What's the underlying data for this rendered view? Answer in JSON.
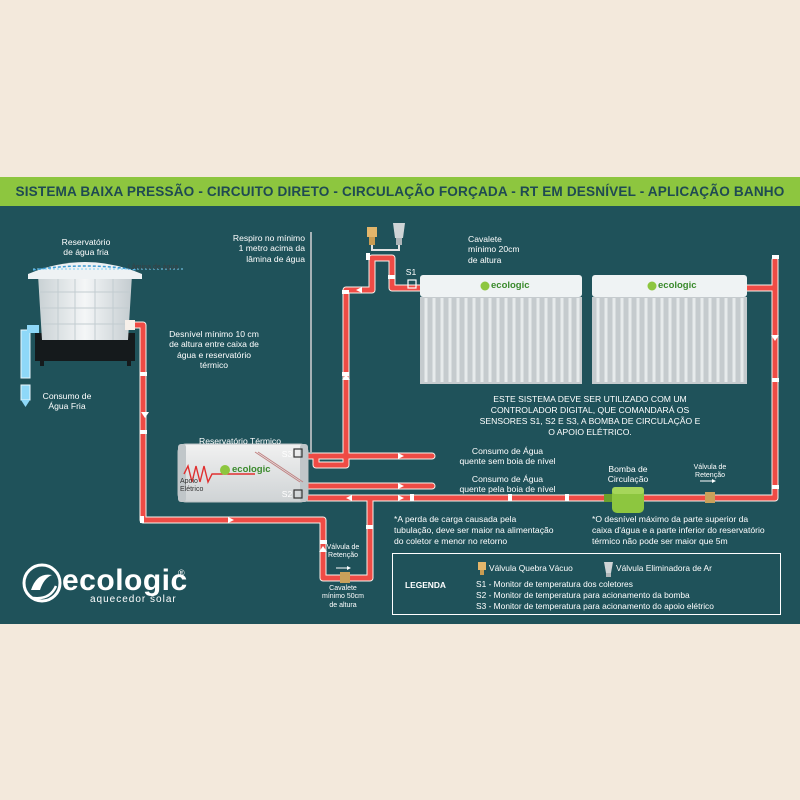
{
  "title": "SISTEMA BAIXA PRESSÃO - CIRCUITO DIRETO - CIRCULAÇÃO FORÇADA - RT EM DESNÍVEL - APLICAÇÃO BANHO",
  "cold_tank": {
    "label": "Reservatório\nde água fria",
    "water_level": "Lâmina de água"
  },
  "cold_consumption": "Consumo de\nÁgua Fria",
  "vent_note": "Respiro no mínimo\n1 metro acima da\nlâmina de água",
  "height_diff_note": "Desnível mínimo 10 cm\nde altura entre caixa de\nágua e reservatório\ntérmico",
  "collector_stand": "Cavalete\nmínimo 20cm\nde altura",
  "collector_brand": "ecologic",
  "sensor_s1": "S1",
  "sensor_s2": "S2",
  "sensor_s3": "S3",
  "thermal_tank": {
    "label": "Reservatório Térmico",
    "brand": "ecologic",
    "heater": "Apoio\nElétrico"
  },
  "hot_no_float": "Consumo de Água\nquente sem boia de nível",
  "hot_with_float": "Consumo de Água\nquente pela boia de nível",
  "pump": "Bomba de\nCirculação",
  "check_valve_right": "Válvula de\nRetenção",
  "check_valve_bottom": "Válvula de\nRetenção",
  "bottom_stand": "Cavalete\nmínimo 50cm\nde altura",
  "controller_note": "ESTE SISTEMA DEVE SER UTILIZADO COM UM\nCONTROLADOR DIGITAL, QUE COMANDARÁ OS\nSENSORES S1, S2 E S3, A BOMBA DE CIRCULAÇÃO E\nO APOIO ELÉTRICO.",
  "head_loss_note": "*A perda de carga causada pela\ntubulação, deve ser maior na alimentação\ndo coletor e menor no retorno",
  "max_height_note": "*O desnível máximo da parte superior da\ncaixa d'água e a parte inferior do reservatório\ntérmico não pode ser maior que 5m",
  "legend": {
    "title": "LEGENDA",
    "vacuum_valve": "Válvula Quebra Vácuo",
    "air_valve": "Válvula Eliminadora de Ar",
    "s1": "S1 - Monitor de temperatura dos coletores",
    "s2": "S2 - Monitor de temperatura para acionamento da bomba",
    "s3": "S3 - Monitor de temperatura para acionamento do apoio elétrico"
  },
  "logo": {
    "name": "ecologic",
    "registered": "®",
    "tagline": "aquecedor solar"
  },
  "colors": {
    "panel": "#1f525a",
    "title_bar": "#8dc63f",
    "hot_pipe": "#ef4b45",
    "cold_pipe": "#8ed8f8",
    "pipe_inner": "#f9b8a8",
    "pump": "#8dc63f"
  }
}
